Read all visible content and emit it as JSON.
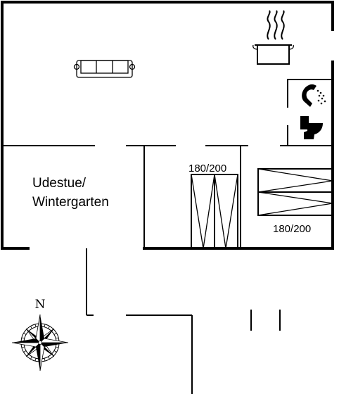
{
  "rooms": {
    "sunroom_line1": "Udestue/",
    "sunroom_line2": "Wintergarten"
  },
  "beds": {
    "bed_a_size": "180/200",
    "bed_b_size": "180/200"
  },
  "compass": {
    "north_label": "N"
  },
  "icons": [
    "sofa-icon",
    "cooking-pot-icon",
    "shower-icon",
    "toilet-icon",
    "compass-rose-icon"
  ]
}
